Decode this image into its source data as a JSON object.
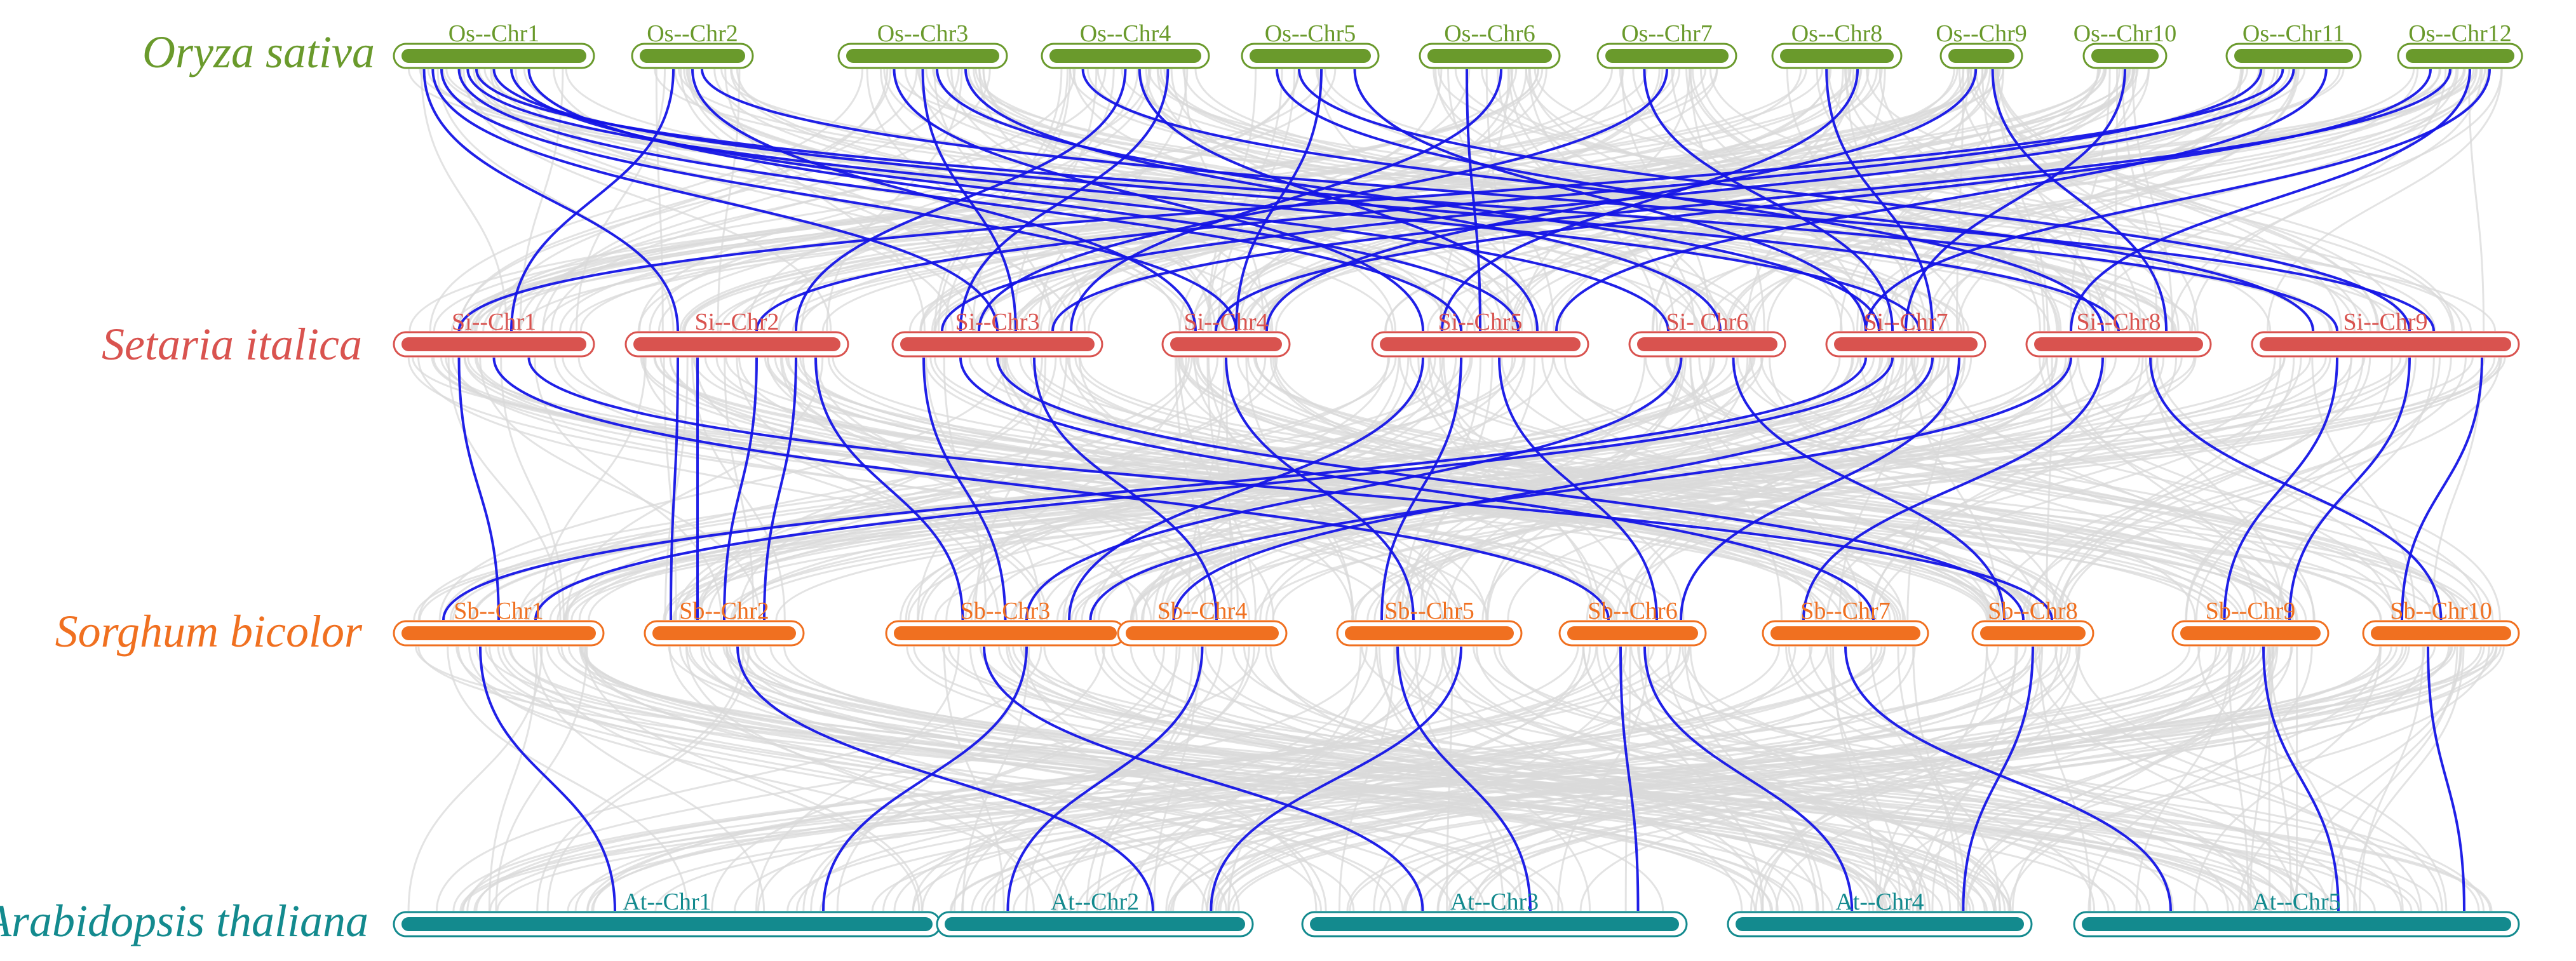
{
  "species": [
    {
      "name": "Oryza sativa",
      "color": "#6a9a2c",
      "chromosomes": [
        "Os--Chr1",
        "Os--Chr2",
        "Os--Chr3",
        "Os--Chr4",
        "Os--Chr5",
        "Os--Chr6",
        "Os--Chr7",
        "Os--Chr8",
        "Os--Chr9",
        "Os--Chr10",
        "Os--Chr11",
        "Os--Chr12"
      ]
    },
    {
      "name": "Setaria italica",
      "color": "#d9534f",
      "chromosomes": [
        "Si--Chr1",
        "Si--Chr2",
        "Si--Chr3",
        "Si--Chr4",
        "Si--Chr5",
        "Si- Chr6",
        "Si--Chr7",
        "Si--Chr8",
        "Si--Chr9"
      ]
    },
    {
      "name": "Sorghum bicolor",
      "color": "#f07020",
      "chromosomes": [
        "Sb--Chr1",
        "Sb--Chr2",
        "Sb--Chr3",
        "Sb--Chr4",
        "Sb--Chr5",
        "Sb--Chr6",
        "Sb--Chr7",
        "Sb--Chr8",
        "Sb--Chr9",
        "Sb--Chr10"
      ]
    },
    {
      "name": "Arabidopsis thaliana",
      "color": "#138a8e",
      "chromosomes": [
        "At--Chr1",
        "At--Chr2",
        "At--Chr3",
        "At--Chr4",
        "At--Chr5"
      ]
    }
  ],
  "colors": {
    "highlight_link": "#1414e6",
    "background_link": "#d9d9d9"
  }
}
